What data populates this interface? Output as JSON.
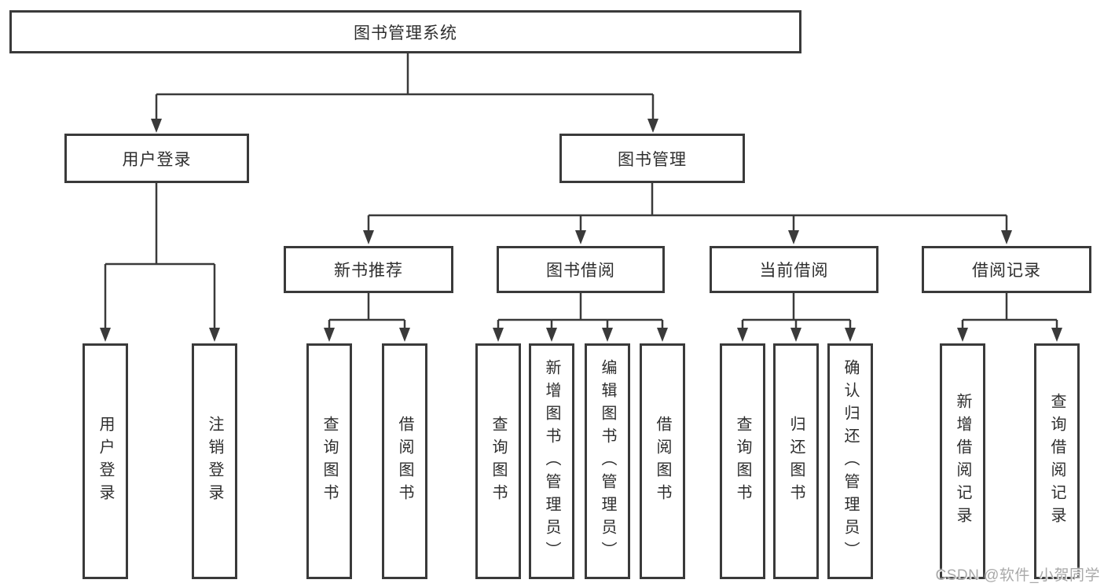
{
  "diagram": {
    "root": {
      "label": "图书管理系统"
    },
    "level1": [
      {
        "label": "用户登录"
      },
      {
        "label": "图书管理"
      }
    ],
    "level2": [
      {
        "label": "新书推荐"
      },
      {
        "label": "图书借阅"
      },
      {
        "label": "当前借阅"
      },
      {
        "label": "借阅记录"
      }
    ],
    "leaves": {
      "user_login": [
        {
          "label": "用户登录"
        },
        {
          "label": "注销登录"
        }
      ],
      "new_book": [
        {
          "label": "查询图书"
        },
        {
          "label": "借阅图书"
        }
      ],
      "book_borrow": [
        {
          "label": "查询图书"
        },
        {
          "label": "新增图书（管理员）"
        },
        {
          "label": "编辑图书（管理员）"
        },
        {
          "label": "借阅图书"
        }
      ],
      "current_borrow": [
        {
          "label": "查询图书"
        },
        {
          "label": "归还图书"
        },
        {
          "label": "确认归还（管理员）"
        }
      ],
      "borrow_record": [
        {
          "label": "新增借阅记录"
        },
        {
          "label": "查询借阅记录"
        }
      ]
    },
    "colors": {
      "line": "#3a3a3a",
      "text": "#2e2e2e",
      "background": "#ffffff",
      "watermark": "#a9a9a9"
    }
  },
  "watermark": {
    "text": "CSDN @软件_小贺同学"
  }
}
